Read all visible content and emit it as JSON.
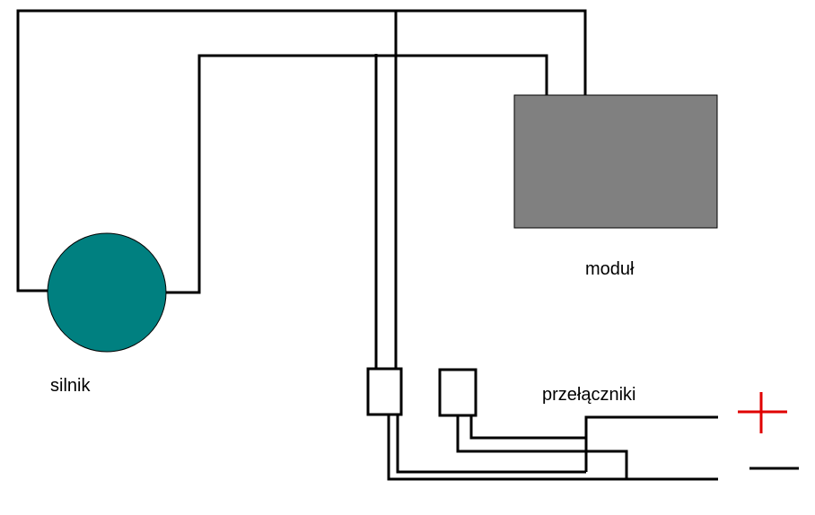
{
  "labels": {
    "motor": "silnik",
    "module": "moduł",
    "switches": "przełączniki"
  },
  "colors": {
    "motor": "#008080",
    "module": "#808080",
    "plus": "#e00000",
    "wire": "#000000"
  },
  "symbols": {
    "plus": "+",
    "minus": "−"
  }
}
